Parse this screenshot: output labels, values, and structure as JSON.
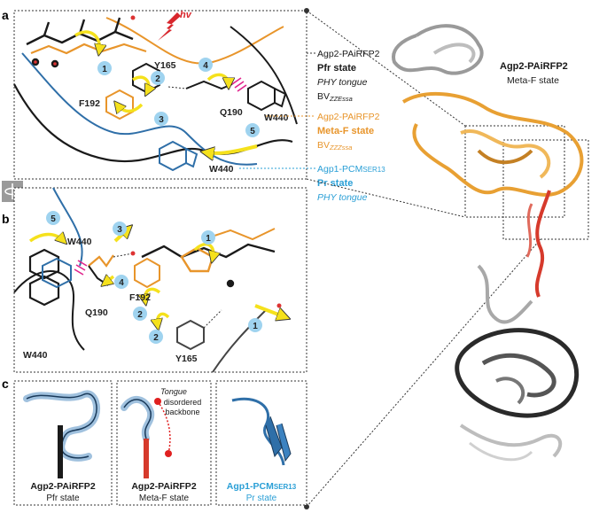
{
  "panels": {
    "a": "a",
    "b": "b",
    "c": "c"
  },
  "hv_label": "hv",
  "panel_a": {
    "residues": {
      "y165": "Y165",
      "f192": "F192",
      "q190": "Q190",
      "w440_top": "W440",
      "w440_bottom": "W440"
    },
    "steps": [
      "1",
      "2",
      "3",
      "4",
      "5"
    ]
  },
  "panel_b": {
    "residues": {
      "w440_top": "W440",
      "w440_bottom": "W440",
      "q190": "Q190",
      "f192": "F192",
      "y165": "Y165"
    },
    "steps": [
      "5",
      "3",
      "1",
      "4",
      "2",
      "2",
      "1"
    ]
  },
  "legend": {
    "pfr": {
      "line1": "Agp2-PAiRFP2",
      "line2": "Pfr state",
      "line3": "PHY tongue",
      "line4_main": "BV",
      "line4_sub": "ZZEssa"
    },
    "metaf": {
      "line1": "Agp2-PAiRFP2",
      "line2": "Meta-F state",
      "line3_main": "BV",
      "line3_sub": "ZZZssa"
    },
    "pr": {
      "line1_main": "Agp1-PCM",
      "line1_sub": "SER13",
      "line2": "Pr state",
      "line3": "PHY tongue"
    }
  },
  "overview": {
    "title": "Agp2-PAiRFP2",
    "subtitle": "Meta-F state"
  },
  "panel_c": {
    "left": {
      "line1": "Agp2-PAiRFP2",
      "line2": "Pfr state"
    },
    "middle": {
      "line1": "Agp2-PAiRFP2",
      "line2": "Meta-F state",
      "annot1": "Tongue",
      "annot2": "disordered",
      "annot3": "backbone"
    },
    "right": {
      "line1_main": "Agp1-PCM",
      "line1_sub": "SER13",
      "line2": "Pr state"
    }
  },
  "colors": {
    "black_model": "#1a1a1a",
    "orange_model": "#e8952b",
    "blue_model": "#2f6fa8",
    "blue_text": "#2a9fd6",
    "orange_text": "#e8952b",
    "step_circle": "#9fd3ef",
    "arrow_yellow": "#f5e11c",
    "hv_red": "#d8262c",
    "helix_red": "#d63a2c",
    "density_blue": "#8fb6d8",
    "hbond_magenta": "#e0228c"
  }
}
